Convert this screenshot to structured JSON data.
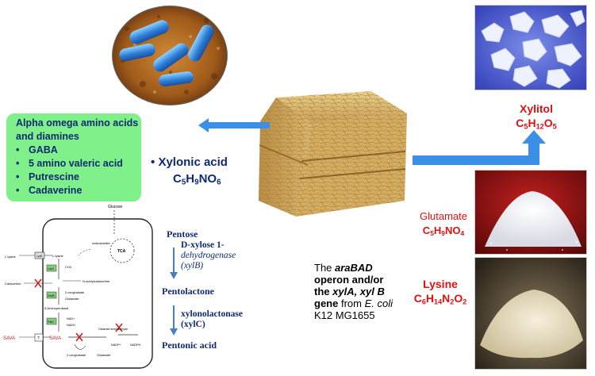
{
  "green_box": {
    "title": "Alpha omega amino acids and diamines",
    "items": [
      "GABA",
      "5 amino valeric acid",
      "Putrescine",
      "Cadaverine"
    ]
  },
  "xylonic": {
    "bullet": "•",
    "name": "Xylonic  acid",
    "formula": "C5H9NO6"
  },
  "pathway": {
    "pentose": "Pentose",
    "enzyme1_line1": "D-xylose 1-",
    "enzyme1_line2": "dehydrogenase",
    "enzyme1_line3": "(xylB)",
    "pentolactone": "Pentolactone",
    "enzyme2_line1": "xylonolactonase",
    "enzyme2_line2": "(xylC)",
    "pentonic": "Pentonic acid"
  },
  "operon": {
    "t1": "The ",
    "t2": "araBAD",
    "t3": " operon and/or the ",
    "t4": "xylA, xyl B",
    "t5": " gene",
    "t6": " from ",
    "t7": "E. coli",
    "t8": " K12 MG1655"
  },
  "products": {
    "xylitol": {
      "name": "Xylitol",
      "formula": "C5H12O5"
    },
    "glutamate": {
      "name": "Glutamate",
      "formula": "C5H9NO4"
    },
    "lysine": {
      "name": "Lysine",
      "formula": "C6H14N2O2"
    }
  },
  "cell": {
    "glucose": "Glucose",
    "tca": "TCA",
    "oxaloacetate": "oxaloacetate",
    "lysine_ext": "L-lysine",
    "lysine_int": "L-lysine",
    "lyse": "LysE",
    "ldc": "LdcC",
    "co2": "CO2",
    "n_acetyl": "N-acetylcadaverine",
    "cadaverine": "Cadaverine",
    "davb": "DavB",
    "oxoglutarate1": "2-oxoglutarate",
    "glutamate1": "Glutamate",
    "aminopentanal": "5-Aminopentanal",
    "patd": "PatD",
    "nad": "NAD+",
    "nadh": "NADH",
    "glutarate_semi": "Glutarate semialdehyde",
    "sava_ext": "SAVA",
    "sava_int": "SAVA",
    "unknown": "?",
    "oxoglutarate2": "2-oxoglutarate",
    "glutamate2": "Glutamate",
    "nadp": "NADP+",
    "nadph": "NADPH"
  },
  "colors": {
    "green_box": "#7ff08a",
    "navy_text": "#0f2a72",
    "red_text": "#e01010",
    "arrow_blue": "#3b8fe6"
  }
}
